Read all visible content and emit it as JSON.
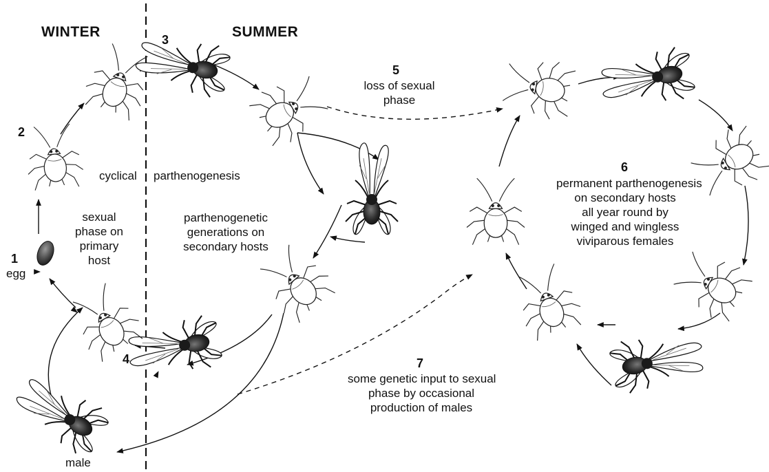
{
  "headings": {
    "winter": "WINTER",
    "summer": "SUMMER"
  },
  "numbers": {
    "n1": "1",
    "n2": "2",
    "n3": "3",
    "n4": "4",
    "n5": "5",
    "n6": "6",
    "n7": "7"
  },
  "labels": {
    "egg": "egg",
    "male": "male",
    "cyclical": "cyclical",
    "parthenogenesis": "parthenogenesis",
    "sexual_phase": [
      "sexual",
      "phase on",
      "primary",
      "host"
    ],
    "parthenogenetic_generations": [
      "parthenogenetic",
      "generations on",
      "secondary hosts"
    ],
    "loss_of_sexual_phase": [
      "loss of sexual",
      "phase"
    ],
    "permanent_parthenogenesis": [
      "permanent parthenogenesis",
      "on secondary hosts",
      "all year round by",
      "winged and wingless",
      "viviparous females"
    ],
    "genetic_input": [
      "some genetic input to sexual",
      "phase by occasional",
      "production of males"
    ]
  },
  "icons": {
    "wingless": "wingless-aphid-icon",
    "winged": "winged-aphid-icon",
    "egg": "aphid-egg-icon"
  }
}
